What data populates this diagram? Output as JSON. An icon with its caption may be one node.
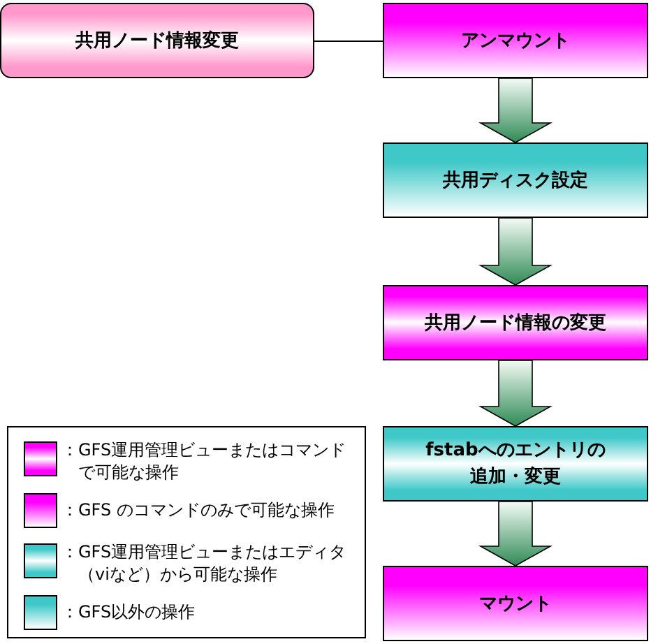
{
  "diagram": {
    "nodes": [
      {
        "text": [
          "共用ノード情報変更"
        ]
      },
      {
        "text": [
          "アンマウント"
        ]
      },
      {
        "text": [
          "共用ディスク設定"
        ]
      },
      {
        "text": [
          "共用ノード情報の変更"
        ]
      },
      {
        "text": [
          "fstabへのエントリの追加・変更"
        ]
      },
      {
        "text": [
          "マウント"
        ]
      }
    ],
    "edges": [
      {
        "from": 0,
        "to": 1,
        "arrow": "none"
      },
      {
        "from": 1,
        "to": 2,
        "arrow": "to"
      },
      {
        "from": 2,
        "to": 3,
        "arrow": "to"
      },
      {
        "from": 3,
        "to": 4,
        "arrow": "to"
      },
      {
        "from": 4,
        "to": 5,
        "arrow": "to"
      }
    ],
    "legend": [
      {
        "text": "：GFS運用管理ビューまたはコマンドで可能な操作",
        "color": "#ff00ff"
      },
      {
        "text": "：GFS のコマンドのみで可能な操作",
        "color": "#ff00ff"
      },
      {
        "text": "：GFS運用管理ビューまたはエディタ（viなど）から可能な操作",
        "color": "#40c8c8"
      },
      {
        "text": "：GFS以外の操作",
        "color": "#40c8c8"
      }
    ]
  }
}
